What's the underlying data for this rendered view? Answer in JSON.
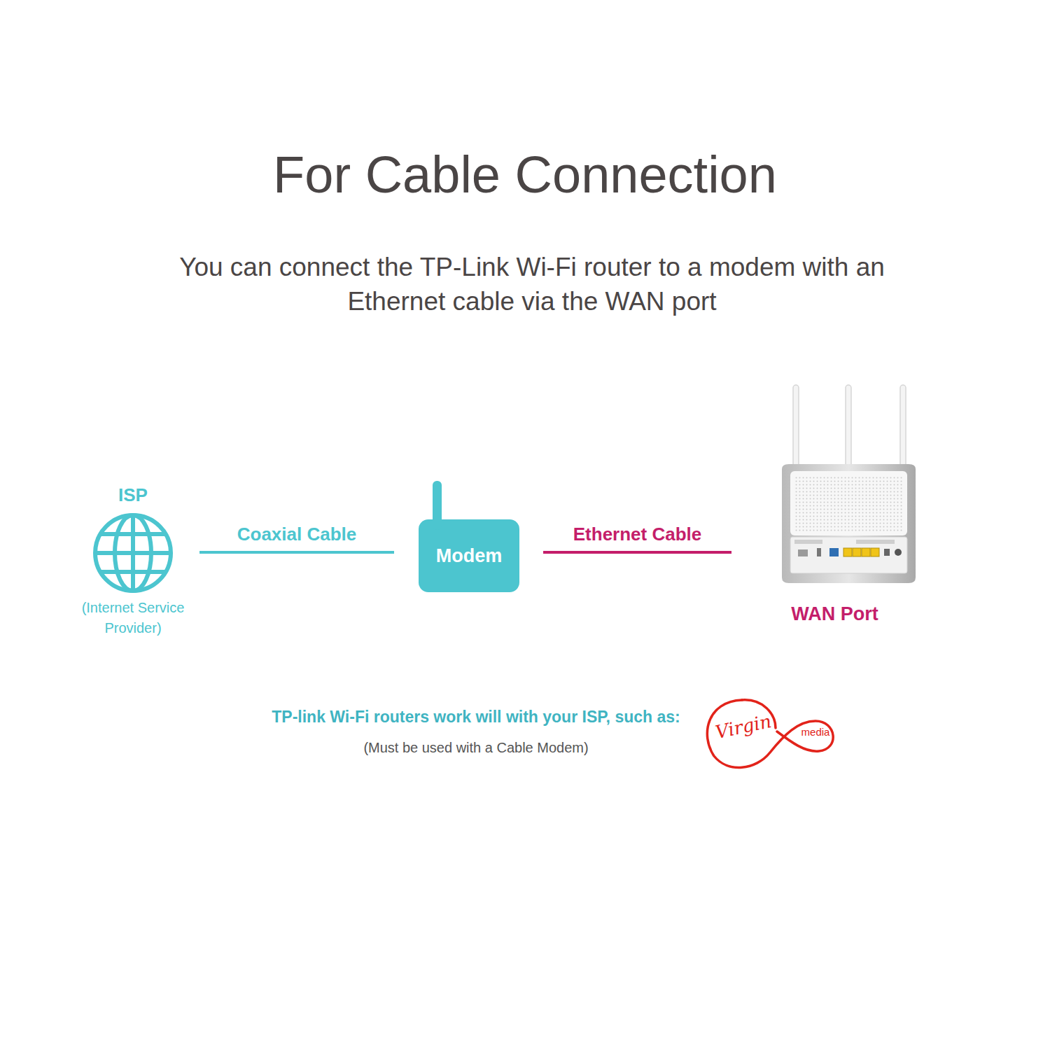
{
  "diagram": {
    "title": "For Cable Connection",
    "nodes": [
      {
        "text": [
          "ISP",
          "(Internet Service Provider)"
        ]
      },
      {
        "text": [
          "Modem"
        ]
      },
      {
        "text": [
          "WAN Port"
        ]
      }
    ],
    "edges": [
      {
        "from": 0,
        "to": 1,
        "label": "Coaxial Cable",
        "arrow": "none"
      },
      {
        "from": 1,
        "to": 2,
        "label": "Ethernet Cable",
        "arrow": "none"
      }
    ],
    "labels": [
      "You can connect the TP-Link Wi-Fi router to a modem with an Ethernet cable via the WAN port",
      "TP-link Wi-Fi routers work will with your ISP, such as:",
      "(Must be used with a Cable Modem)",
      "Virgin",
      "media"
    ]
  }
}
